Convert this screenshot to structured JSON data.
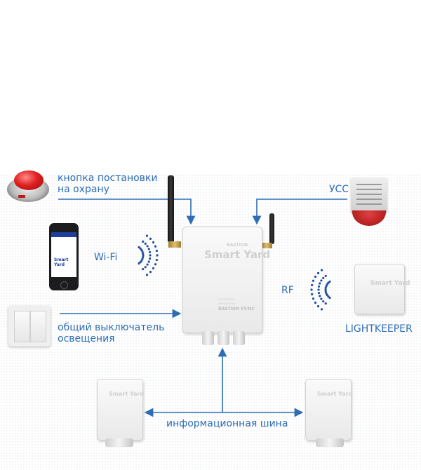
{
  "diagram": {
    "accent_color": "#2e6db4",
    "nodes": {
      "arm_button": {
        "label_line1": "кнопка постановки",
        "label_line2": "на охрану",
        "icon": "red-push-button-icon"
      },
      "siren": {
        "label": "УСС",
        "icon": "siren-icon"
      },
      "smartphone": {
        "label": "Wi-Fi",
        "icon": "smartphone-icon",
        "screen_logo": "Smart Yard"
      },
      "light_switch": {
        "label_line1": "общий выключатель",
        "label_line2": "освещения",
        "icon": "wall-switch-icon"
      },
      "controller": {
        "brand_top": "BASTION",
        "brand_main": "Smart Yard",
        "subtitle_line1": "Системный",
        "subtitle_line2": "контроллер",
        "model": "BASTION SY-NC"
      },
      "lightkeeper": {
        "label": "LIGHTKEEPER",
        "radio_label": "RF",
        "brand_main": "Smart Yard"
      },
      "bus": {
        "label": "информационная шина"
      },
      "module_left": {
        "brand_main": "Smart Yard"
      },
      "module_right": {
        "brand_main": "Smart Yard"
      }
    }
  }
}
